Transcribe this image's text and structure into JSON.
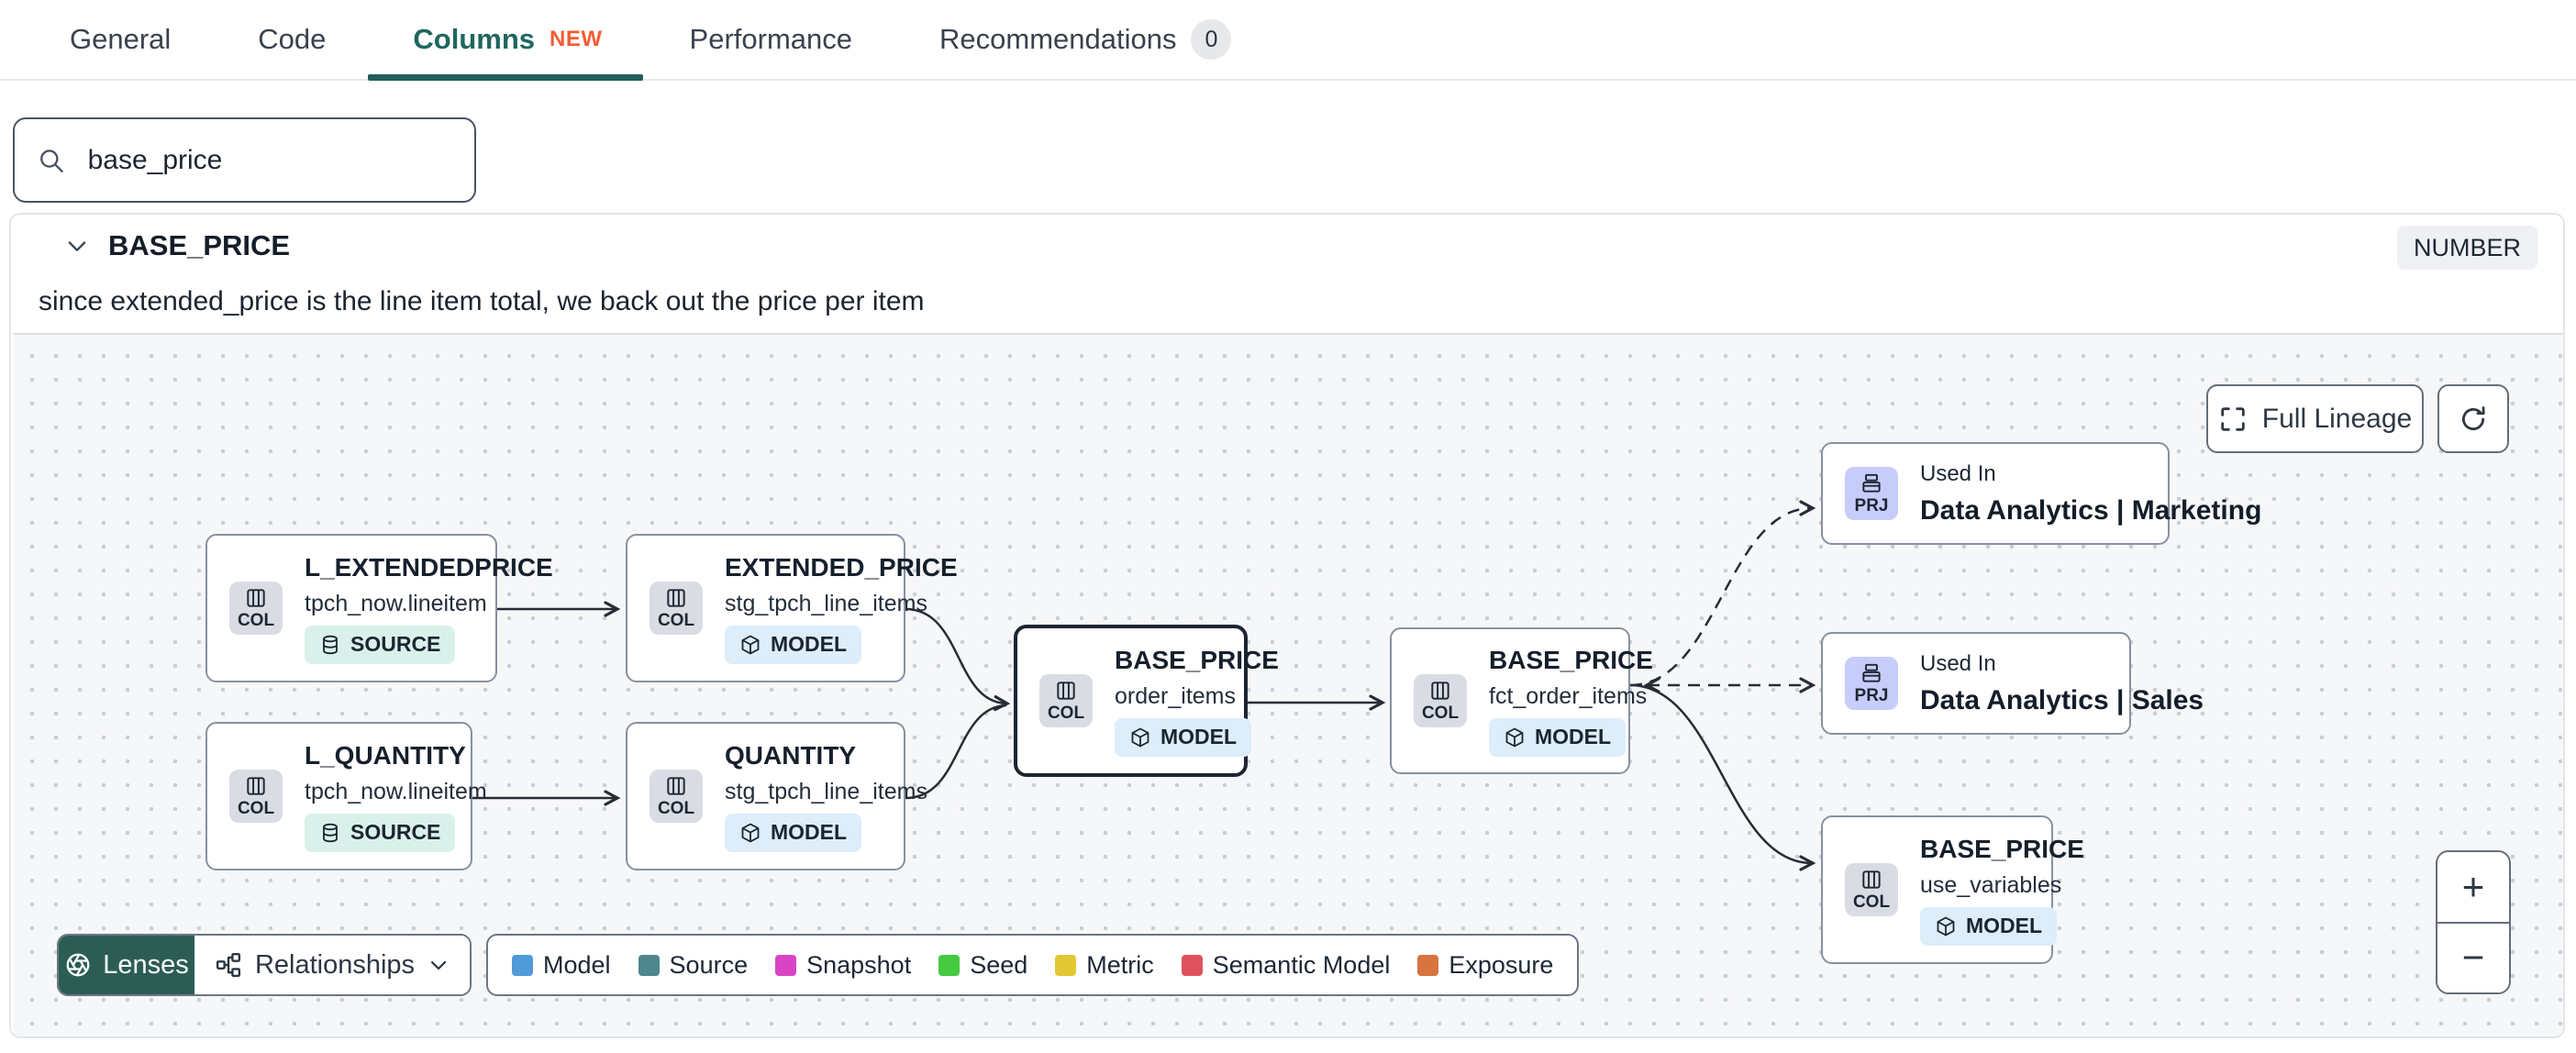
{
  "tabs": [
    {
      "label": "General"
    },
    {
      "label": "Code"
    },
    {
      "label": "Columns",
      "badge": "NEW"
    },
    {
      "label": "Performance"
    },
    {
      "label": "Recommendations",
      "count": "0"
    }
  ],
  "search": {
    "value": "base_price"
  },
  "column": {
    "name": "BASE_PRICE",
    "type": "NUMBER",
    "description": "since extended_price is the line item total, we back out the price per item"
  },
  "canvas": {
    "full_lineage_label": "Full Lineage",
    "lenses_label": "Lenses",
    "relationships_label": "Relationships",
    "zoom_in": "+",
    "zoom_out": "−",
    "nodes": [
      {
        "title": "L_EXTENDEDPRICE",
        "subtitle": "tpch_now.lineitem",
        "type": "COL",
        "badge": "SOURCE"
      },
      {
        "title": "EXTENDED_PRICE",
        "subtitle": "stg_tpch_line_items",
        "type": "COL",
        "badge": "MODEL"
      },
      {
        "title": "L_QUANTITY",
        "subtitle": "tpch_now.lineitem",
        "type": "COL",
        "badge": "SOURCE"
      },
      {
        "title": "QUANTITY",
        "subtitle": "stg_tpch_line_items",
        "type": "COL",
        "badge": "MODEL"
      },
      {
        "title": "BASE_PRICE",
        "subtitle": "order_items",
        "type": "COL",
        "badge": "MODEL"
      },
      {
        "title": "BASE_PRICE",
        "subtitle": "fct_order_items",
        "type": "COL",
        "badge": "MODEL"
      },
      {
        "title": "Data Analytics | Marketing",
        "subtitle": "Used In",
        "type": "PRJ"
      },
      {
        "title": "Data Analytics | Sales",
        "subtitle": "Used In",
        "type": "PRJ"
      },
      {
        "title": "BASE_PRICE",
        "subtitle": "use_variables",
        "type": "COL",
        "badge": "MODEL"
      }
    ],
    "legend": [
      {
        "label": "Model",
        "color": "#4f9ad8"
      },
      {
        "label": "Source",
        "color": "#4e878d"
      },
      {
        "label": "Snapshot",
        "color": "#d944c4"
      },
      {
        "label": "Seed",
        "color": "#44c93f"
      },
      {
        "label": "Metric",
        "color": "#e2c633"
      },
      {
        "label": "Semantic Model",
        "color": "#e0525e"
      },
      {
        "label": "Exposure",
        "color": "#d8743f"
      }
    ]
  }
}
